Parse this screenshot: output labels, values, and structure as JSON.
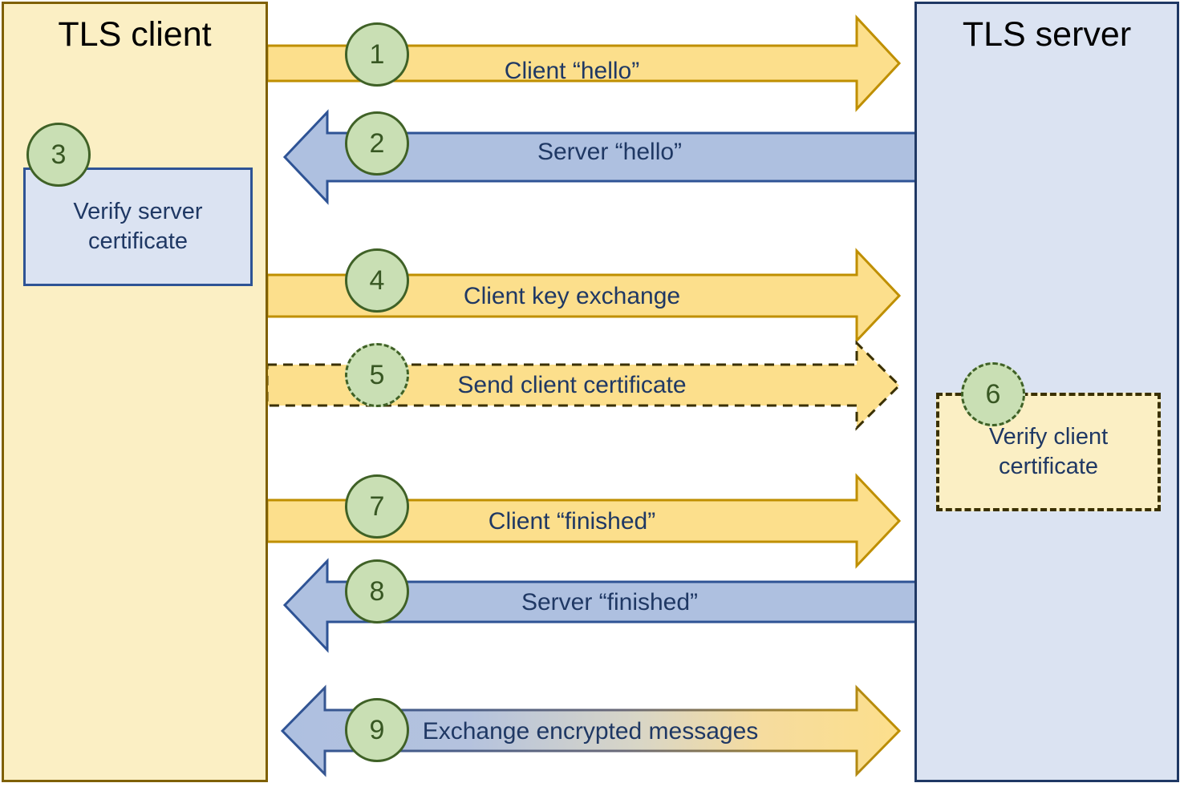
{
  "diagram": {
    "title_client": "TLS client",
    "title_server": "TLS server",
    "colors": {
      "client_fill": "#fbefc4",
      "client_border": "#7f6000",
      "server_fill": "#dbe3f2",
      "server_border": "#1f3864",
      "arrow_yellow_fill": "#fcdf8c",
      "arrow_yellow_border": "#bf8f00",
      "arrow_blue_fill": "#aec0e0",
      "arrow_blue_border": "#2e5395",
      "badge_fill": "#c9dfb4",
      "badge_border": "#3f6126",
      "label_text": "#1f3864"
    }
  },
  "parties": {
    "client": {
      "label": "TLS client",
      "inner_box": {
        "step": "3",
        "text_line1": "Verify server",
        "text_line2": "certificate",
        "dashed": false
      }
    },
    "server": {
      "label": "TLS server",
      "inner_box": {
        "step": "6",
        "text_line1": "Verify client",
        "text_line2": "certificate",
        "dashed": true
      }
    }
  },
  "steps": [
    {
      "number": "1",
      "label": "Client “hello”",
      "direction": "client-to-server",
      "style": "solid-yellow",
      "optional": false
    },
    {
      "number": "2",
      "label": "Server “hello”",
      "direction": "server-to-client",
      "style": "solid-blue",
      "optional": false
    },
    {
      "number": "3",
      "label": "Verify server certificate",
      "direction": "client-internal",
      "style": "box-blue",
      "optional": false
    },
    {
      "number": "4",
      "label": "Client key exchange",
      "direction": "client-to-server",
      "style": "solid-yellow",
      "optional": false
    },
    {
      "number": "5",
      "label": "Send client certificate",
      "direction": "client-to-server",
      "style": "dashed-yellow",
      "optional": true
    },
    {
      "number": "6",
      "label": "Verify client certificate",
      "direction": "server-internal",
      "style": "box-yellow-dashed",
      "optional": true
    },
    {
      "number": "7",
      "label": "Client “finished”",
      "direction": "client-to-server",
      "style": "solid-yellow",
      "optional": false
    },
    {
      "number": "8",
      "label": "Server “finished”",
      "direction": "server-to-client",
      "style": "solid-blue",
      "optional": false
    },
    {
      "number": "9",
      "label": "Exchange encrypted messages",
      "direction": "bidirectional",
      "style": "gradient",
      "optional": false
    }
  ]
}
